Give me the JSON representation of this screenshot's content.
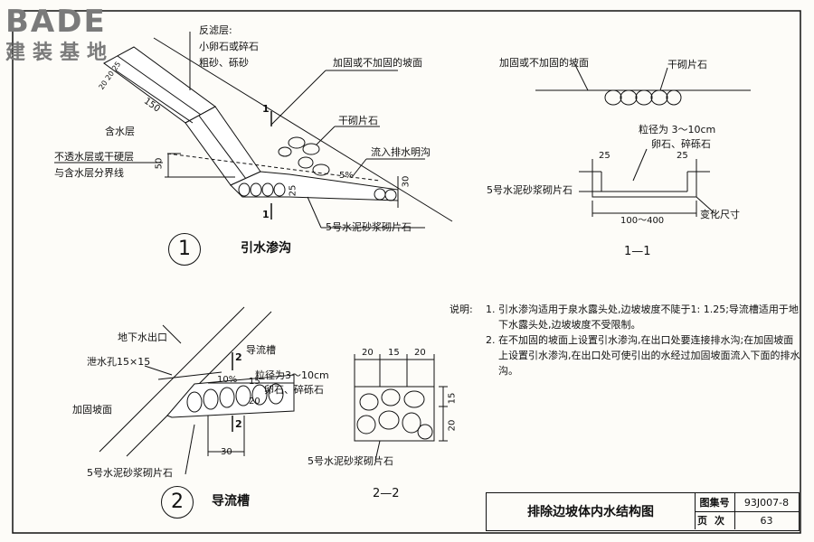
{
  "logo": {
    "en": "BADE",
    "cn": "建装基地"
  },
  "fig1": {
    "number": "1",
    "title": "引水渗沟",
    "filter_layer_title": "反滤层:",
    "filter_layer_1": "小卵石或碎石",
    "filter_layer_2": "粗砂、砾砂",
    "slope_label": "加固或不加固的坡面",
    "aquifer": "含水层",
    "boundary_1": "不透水层或干硬层",
    "boundary_2": "与含水层分界线",
    "dry_stone": "干砌片石",
    "open_ditch": "流入排水明沟",
    "mortar_stone": "5号水泥砂浆砌片石",
    "slope_pct": "5%",
    "dim_150": "150",
    "dim_50": "50",
    "dim_25": "25",
    "dim_30": "30",
    "dim_2020": "20 20 25",
    "section_mark": "1"
  },
  "sec11": {
    "title": "1—1",
    "slope_label": "加固或不加固的坡面",
    "dry_stone": "干砌片石",
    "particle": "粒径为 3～10cm",
    "gravel": "卵石、碎砾石",
    "mortar_stone": "5号水泥砂浆砌片石",
    "dim_25a": "25",
    "dim_25b": "25",
    "dim_width": "100～400",
    "variable": "变化尺寸"
  },
  "fig2": {
    "number": "2",
    "title": "导流槽",
    "outlet": "地下水出口",
    "weep_hole": "泄水孔15×15",
    "reinforced": "加固坡面",
    "guide": "导流槽",
    "particle": "粒径为3～10cm",
    "gravel": "卵石、碎砾石",
    "mortar_stone": "5号水泥砂浆砌片石",
    "slope_pct": "10%",
    "dim_15": "15",
    "dim_20": "20",
    "dim_30": "30",
    "section_mark": "2"
  },
  "sec22": {
    "title": "2—2",
    "mortar_stone": "5号水泥砂浆砌片石",
    "dim_top": [
      "20",
      "15",
      "20"
    ],
    "dim_15": "15",
    "dim_20": "20"
  },
  "notes": {
    "label": "说明:",
    "items": [
      {
        "num": "1.",
        "text": "引水渗沟适用于泉水露头处,边坡坡度不陡于1:  1.25;导流槽适用于地下水露头处,边坡坡度不受限制。"
      },
      {
        "num": "2.",
        "text": "在不加固的坡面上设置引水渗沟,在出口处要连接排水沟;在加固坡面上设置引水渗沟,在出口处可使引出的水经过加固坡面流入下面的排水沟。"
      }
    ]
  },
  "title_block": {
    "title": "排除边坡体内水结构图",
    "atlas_label": "图集号",
    "atlas_value": "93J007-8",
    "page_label": "页次",
    "page_value": "63"
  }
}
